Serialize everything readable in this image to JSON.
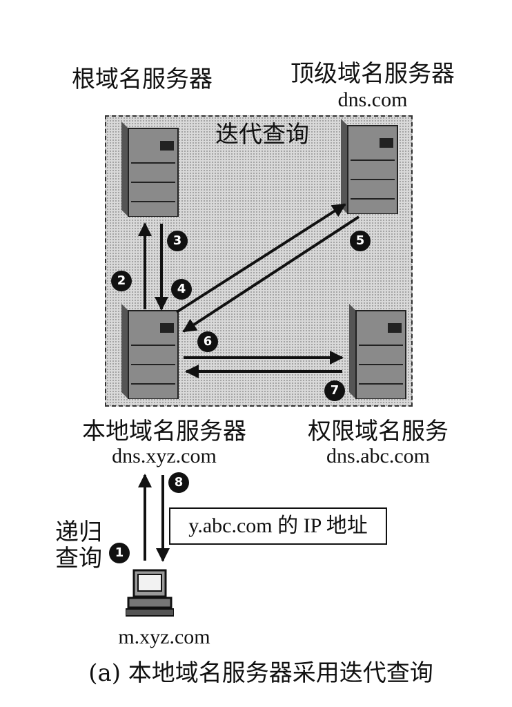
{
  "servers": {
    "root": {
      "label": "根域名服务器"
    },
    "tld": {
      "label": "顶级域名服务器",
      "host": "dns.com"
    },
    "local": {
      "label": "本地域名服务器",
      "host": "dns.xyz.com"
    },
    "authoritative": {
      "label": "权限域名服务",
      "host": "dns.abc.com"
    },
    "client": {
      "host": "m.xyz.com"
    }
  },
  "iterative_label": "迭代查询",
  "recursive_label_line1": "递归",
  "recursive_label_line2": "查询",
  "result_box": "y.abc.com 的 IP 地址",
  "steps": [
    "1",
    "2",
    "3",
    "4",
    "5",
    "6",
    "7",
    "8"
  ],
  "caption": "(a) 本地域名服务器采用迭代查询"
}
